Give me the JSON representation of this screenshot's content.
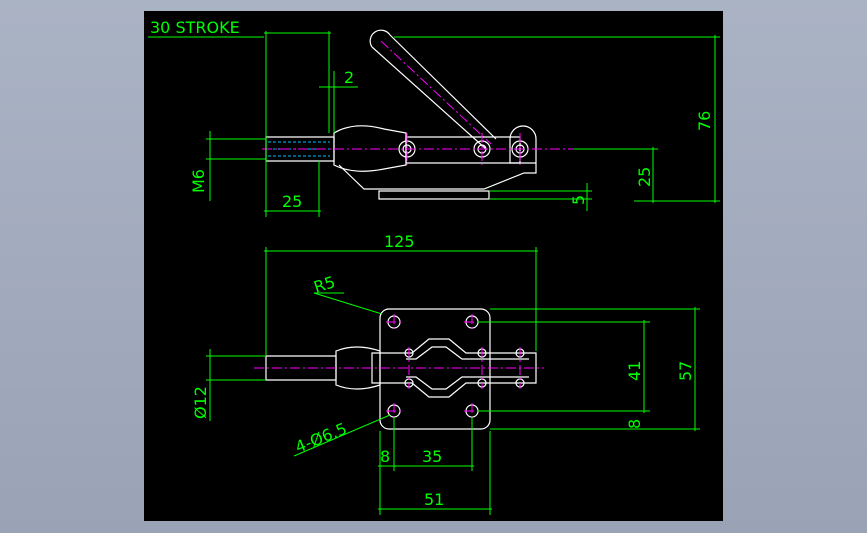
{
  "title": "30 STROKE",
  "dimensions": {
    "gap": "2",
    "thread": "M6",
    "rod_length": "25",
    "height_total": "76",
    "height_pivot": "25",
    "base_thickness": "5",
    "overall_length": "125",
    "radius": "R5",
    "rod_diameter": "Ø12",
    "holes": "4-Ø6.5",
    "hole_spacing_y": "41",
    "plate_height": "57",
    "edge_offset_y": "8",
    "edge_offset_x": "8",
    "hole_spacing_x": "35",
    "plate_width": "51"
  },
  "colors": {
    "background": "#000000",
    "frame": "#a4adbf",
    "dimension": "#00ff00",
    "geometry": "#ffffff",
    "centerline": "#ff00ff",
    "hidden": "#00bfff"
  }
}
